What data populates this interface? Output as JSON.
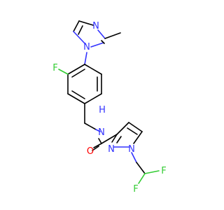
{
  "colors": {
    "background": "#ffffff",
    "bond": "#000000",
    "nitrogen": "#3333ff",
    "oxygen": "#ff0000",
    "fluorine": "#33cc33"
  },
  "labels": {
    "n_imidazole_top": "N",
    "n_imidazole_attach": "N",
    "f_aryl": "F",
    "n_amide": "N",
    "h_amide": "H",
    "o_carbonyl": "O",
    "n_pyrazole_1": "N",
    "n_pyrazole_2": "N",
    "f_difluoro_left": "F",
    "f_difluoro_right": "F"
  }
}
